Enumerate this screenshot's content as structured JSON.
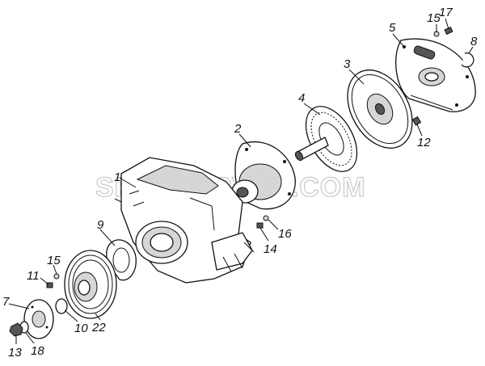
{
  "watermark": "SPECSERVER.COM",
  "callouts": [
    {
      "id": "1",
      "label": "1"
    },
    {
      "id": "2",
      "label": "2"
    },
    {
      "id": "3",
      "label": "3"
    },
    {
      "id": "4",
      "label": "4"
    },
    {
      "id": "5",
      "label": "5"
    },
    {
      "id": "7",
      "label": "7"
    },
    {
      "id": "8",
      "label": "8"
    },
    {
      "id": "9",
      "label": "9"
    },
    {
      "id": "10",
      "label": "10"
    },
    {
      "id": "11",
      "label": "11"
    },
    {
      "id": "12",
      "label": "12"
    },
    {
      "id": "13",
      "label": "13"
    },
    {
      "id": "14",
      "label": "14"
    },
    {
      "id": "15a",
      "label": "15"
    },
    {
      "id": "15b",
      "label": "15"
    },
    {
      "id": "16",
      "label": "16"
    },
    {
      "id": "17",
      "label": "17"
    },
    {
      "id": "18",
      "label": "18"
    },
    {
      "id": "22",
      "label": "22"
    }
  ]
}
